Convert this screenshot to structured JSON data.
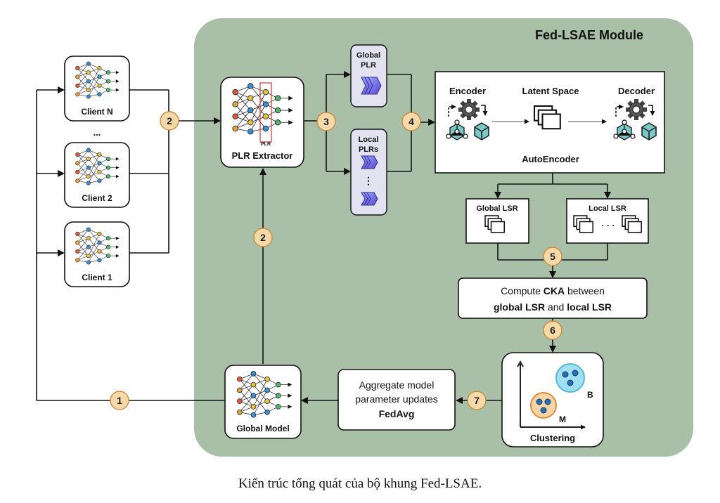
{
  "module_title": "Fed-LSAE Module",
  "clients": [
    {
      "label": "Client N"
    },
    {
      "label": "Client 2"
    },
    {
      "label": "Client 1"
    }
  ],
  "clients_ellipsis": "...",
  "plr_extractor": {
    "label": "PLR Extractor",
    "tag": "PLR"
  },
  "global_plr": {
    "line1": "Global",
    "line2": "PLR"
  },
  "local_plrs": {
    "line1": "Local",
    "line2": "PLRs",
    "dots": "⋮"
  },
  "autoencoder": {
    "title": "AutoEncoder",
    "encoder": "Encoder",
    "latent": "Latent Space",
    "decoder": "Decoder"
  },
  "global_lsr": "Global LSR",
  "local_lsr": "Local LSR",
  "lsr_dots": "· · ·",
  "cka": {
    "line1_pre": "Compute ",
    "line1_bold": "CKA",
    "line1_post": "  between",
    "line2_a": "global LSR",
    "line2_and": " and ",
    "line2_b": "local LSR"
  },
  "clustering": {
    "label": "Clustering",
    "cluster_b": "B",
    "cluster_m": "M"
  },
  "aggregate": {
    "line1": "Aggregate model",
    "line2": "parameter updates",
    "line3": "FedAvg"
  },
  "global_model": "Global Model",
  "steps": {
    "s1": "1",
    "s2a": "2",
    "s2b": "2",
    "s3": "3",
    "s4": "4",
    "s5": "5",
    "s6": "6",
    "s7": "7"
  },
  "caption": "Kiến trúc tổng quát của bộ khung Fed-LSAE.",
  "colors": {
    "module_bg": "#a9bfa8",
    "step_fill": "#f6d9a8",
    "step_stroke": "#c88a3a",
    "cyan": "#79c9c6",
    "purple": "#6a5acd",
    "plr_box": "#e2e2f0"
  }
}
